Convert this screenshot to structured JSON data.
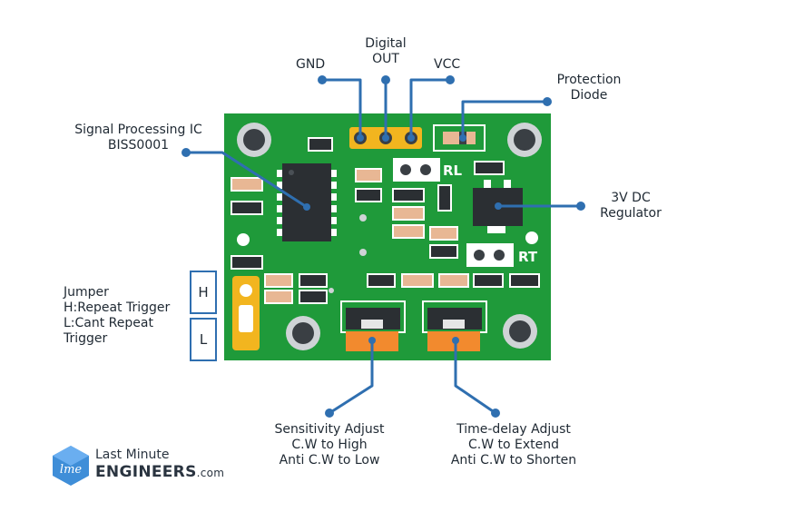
{
  "labels": {
    "gnd": "GND",
    "digital_out": [
      "Digital",
      "OUT"
    ],
    "vcc": "VCC",
    "protection_diode": [
      "Protection",
      "Diode"
    ],
    "signal_ic": [
      "Signal Processing IC",
      "BISS0001"
    ],
    "regulator": [
      "3V DC",
      "Regulator"
    ],
    "jumper": [
      "Jumper",
      "H:Repeat Trigger",
      "L:Cant Repeat",
      "Trigger"
    ],
    "sensitivity": [
      "Sensitivity Adjust",
      "C.W to High",
      "Anti C.W to Low"
    ],
    "time_delay": [
      "Time-delay Adjust",
      "C.W to Extend",
      "Anti C.W to Shorten"
    ]
  },
  "board_marks": {
    "rl": "RL",
    "rt": "RT",
    "h": "H",
    "l": "L"
  },
  "logo": {
    "line1": "Last Minute",
    "line2": "ENGINEERS",
    "suffix": ".com",
    "mark": "lme"
  },
  "colors": {
    "board": "#1f9a3a",
    "leader": "#2f6fb0",
    "header_pin": "#f2b51f",
    "pot": "#f28a2e"
  }
}
